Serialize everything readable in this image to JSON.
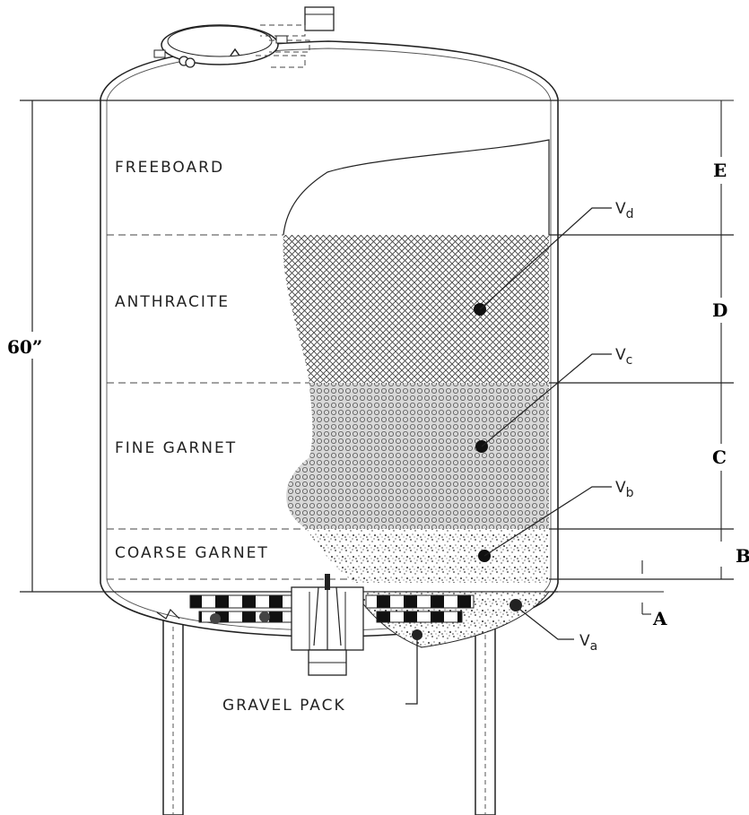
{
  "layers": {
    "freeboard": "FREEBOARD",
    "anthracite": "ANTHRACITE",
    "fine_garnet": "FINE GARNET",
    "coarse_garnet": "COARSE GARNET",
    "gravel_pack": "GRAVEL PACK"
  },
  "dimensions": {
    "height": "60”",
    "e": "E",
    "d": "D",
    "c": "C",
    "b": "B",
    "a": "A"
  },
  "volumes": {
    "vd_main": "V",
    "vd_sub": "d",
    "vc_main": "V",
    "vc_sub": "c",
    "vb_main": "V",
    "vb_sub": "b",
    "va_main": "V",
    "va_sub": "a"
  }
}
